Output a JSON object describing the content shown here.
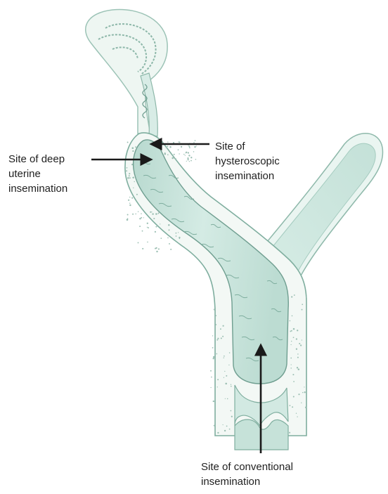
{
  "labels": {
    "deep_uterine": [
      "Site of deep",
      "uterine",
      "insemination"
    ],
    "hysteroscopic": [
      "Site of",
      "hysteroscopic",
      "insemination"
    ],
    "conventional": [
      "Site of conventional",
      "insemination"
    ]
  },
  "colors": {
    "lumen_fill": "#cfe7df",
    "lumen_dark": "#a9cfc4",
    "wall_fill": "#f3f8f5",
    "outline": "#7fae9f",
    "stipple": "#9cbfb3",
    "arrow": "#1a1a1a"
  }
}
